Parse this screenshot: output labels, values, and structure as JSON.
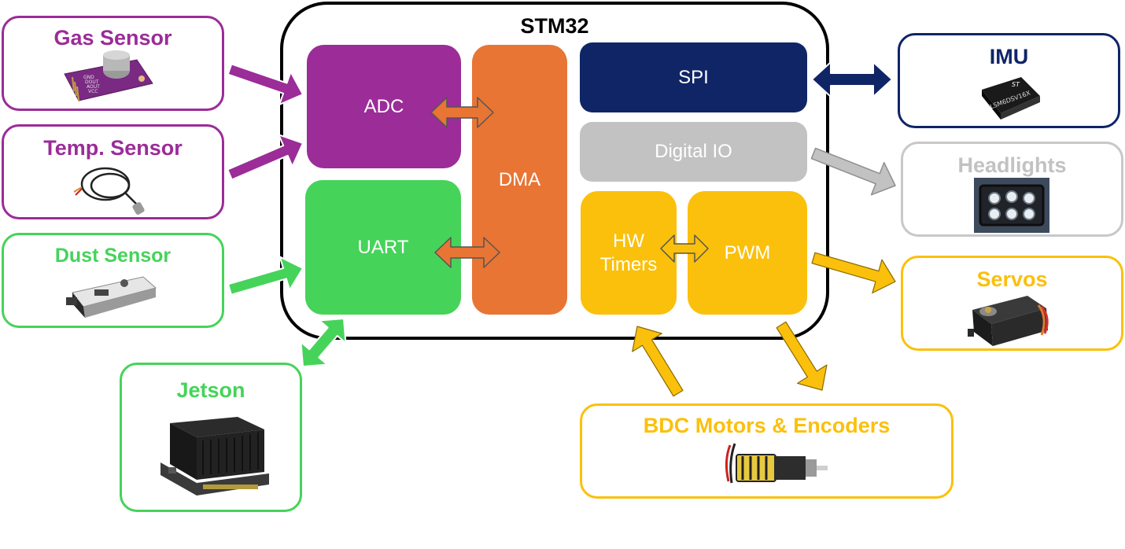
{
  "diagram": {
    "mcu_title": "STM32",
    "blocks": {
      "adc": "ADC",
      "dma": "DMA",
      "uart": "UART",
      "spi": "SPI",
      "digital_io": "Digital IO",
      "hw_timers": "HW Timers",
      "pwm": "PWM"
    },
    "peripherals": {
      "gas_sensor": "Gas Sensor",
      "temp_sensor": "Temp. Sensor",
      "dust_sensor": "Dust Sensor",
      "jetson": "Jetson",
      "imu": "IMU",
      "imu_chip_label": "LSM6DSV16X",
      "headlights": "Headlights",
      "servos": "Servos",
      "bdc_motors": "BDC Motors & Encoders"
    },
    "colors": {
      "purple": "#9b2c98",
      "orange": "#e87534",
      "green": "#46d35a",
      "navy": "#0f2566",
      "gray": "#c2c2c2",
      "yellow": "#fbc00b"
    }
  }
}
